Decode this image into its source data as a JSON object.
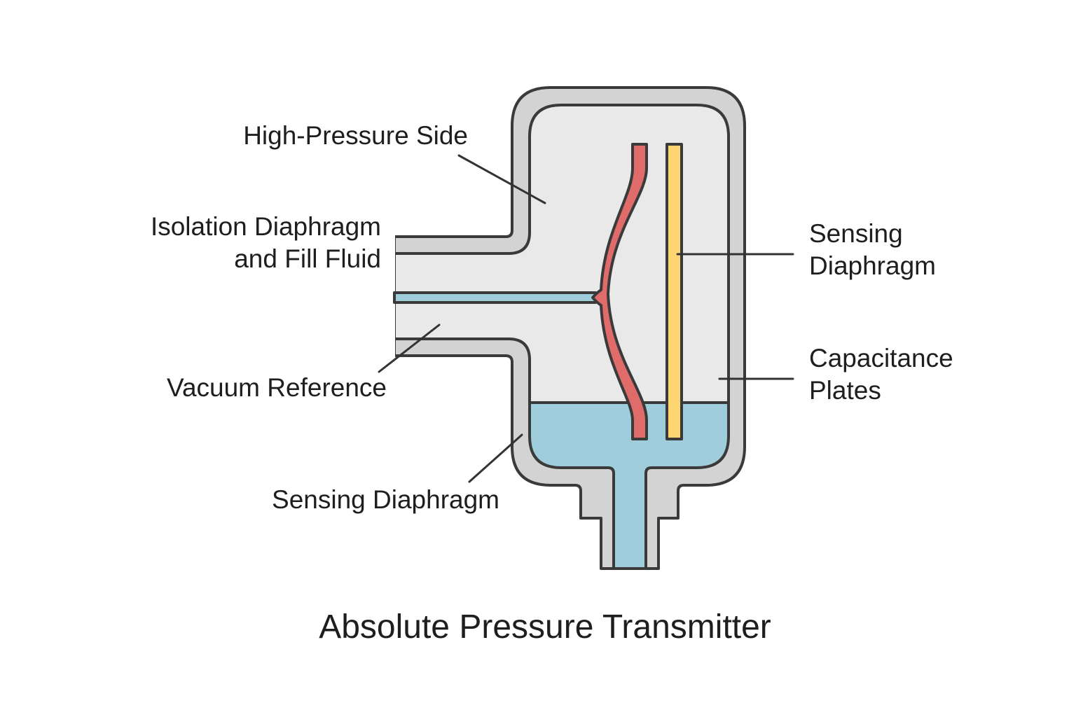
{
  "diagram": {
    "title": "Absolute Pressure Transmitter",
    "labels": {
      "high_pressure_side": "High-Pressure Side",
      "isolation_line1": "Isolation Diaphragm",
      "isolation_line2": "and Fill Fluid",
      "vacuum_reference": "Vacuum Reference",
      "sensing_diaphragm_bottom": "Sensing Diaphragm",
      "sensing_diaphragm_right_line1": "Sensing",
      "sensing_diaphragm_right_line2": "Diaphragm",
      "capacitance_line1": "Capacitance",
      "capacitance_line2": "Plates"
    },
    "colors": {
      "housing_wall": "#d3d3d3",
      "cavity": "#e9e9e9",
      "fill_fluid": "#9fcddb",
      "sensing_diaphragm": "#e06b6b",
      "capacitance_plate": "#fdd671",
      "outline": "#3a3a3a",
      "text": "#1e1e1e"
    }
  }
}
